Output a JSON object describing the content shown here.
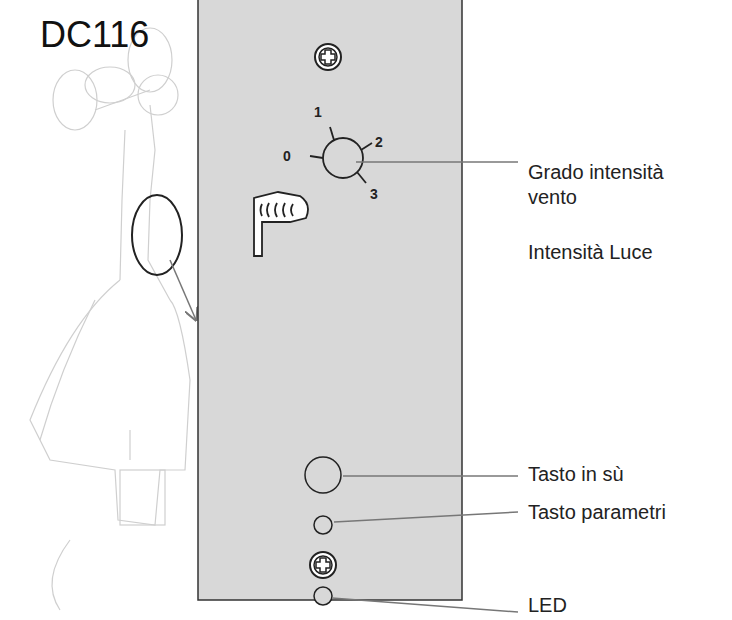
{
  "diagram": {
    "title": "DC116",
    "labels": [
      "0",
      "1",
      "2",
      "3",
      "Grado intensità vento",
      "Intensità Luce",
      "Tasto in sù",
      "Tasto parametri",
      "LED"
    ]
  }
}
